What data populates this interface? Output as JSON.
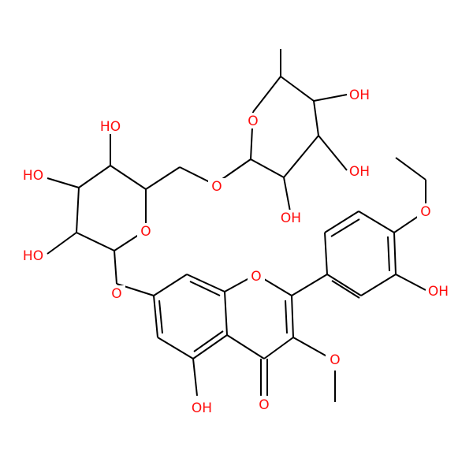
{
  "colors": {
    "carbon": "#000000",
    "oxygen": "#ff0d0d",
    "background": "#ffffff"
  },
  "atoms": {
    "o_ring_rham": "O",
    "oh_rham_4": "OH",
    "oh_rham_3": "OH",
    "oh_rham_2": "OH",
    "o_link": "O",
    "oh_glc_4": "HO",
    "oh_glc_3": "HO",
    "oh_glc_2": "HO",
    "o_ring_glc": "O",
    "o_glycoside": "O",
    "o_chromone": "O",
    "o_methoxy_4p": "O",
    "oh_3p": "OH",
    "o_methoxy_3": "O",
    "o_carbonyl": "O",
    "oh_5": "OH"
  }
}
